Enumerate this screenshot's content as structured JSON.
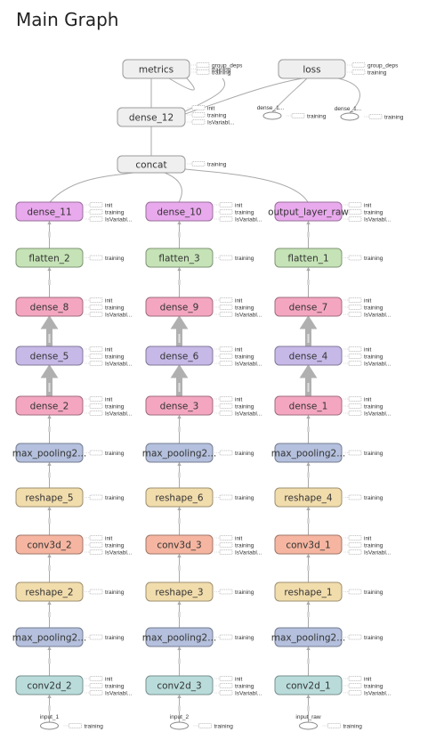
{
  "page": {
    "title": "Main Graph"
  },
  "colors": {
    "dense_relu": "#e9a9ed",
    "flatten": "#c5e3b6",
    "dense_mid": "#f4a6c0",
    "dense_low": "#c6b9e8",
    "maxpool": "#b4c0dd",
    "reshape": "#f1dcac",
    "conv3d": "#f5b5a0",
    "conv2d": "#b9dcdb",
    "top": "#efefef"
  },
  "aux_labels": {
    "training": "training",
    "init": "init",
    "is_variable": "IsVariabl...",
    "group_deps": "group_deps"
  },
  "top_nodes": [
    {
      "key": "metrics",
      "label": "metrics"
    },
    {
      "key": "loss",
      "label": "loss"
    },
    {
      "key": "dense_12",
      "label": "dense_12"
    },
    {
      "key": "concat",
      "label": "concat"
    }
  ],
  "side_nodes": [
    {
      "key": "dense_1_top",
      "label": "dense_1..."
    },
    {
      "key": "dense_1_right",
      "label": "dense_1..."
    }
  ],
  "columns": [
    {
      "input": "input_1",
      "nodes": [
        "dense_11",
        "flatten_2",
        "dense_8",
        "dense_5",
        "dense_2",
        "max_pooling2...",
        "reshape_5",
        "conv3d_2",
        "reshape_2",
        "max_pooling2...",
        "conv2d_2"
      ]
    },
    {
      "input": "input_2",
      "nodes": [
        "dense_10",
        "flatten_3",
        "dense_9",
        "dense_6",
        "dense_3",
        "max_pooling2...",
        "reshape_6",
        "conv3d_3",
        "reshape_3",
        "max_pooling2...",
        "conv2d_3"
      ]
    },
    {
      "input": "input_raw",
      "nodes": [
        "output_layer_raw",
        "flatten_1",
        "dense_7",
        "dense_4",
        "dense_1",
        "max_pooling2...",
        "reshape_4",
        "conv3d_1",
        "reshape_1",
        "max_pooling2...",
        "conv2d_1"
      ]
    }
  ]
}
